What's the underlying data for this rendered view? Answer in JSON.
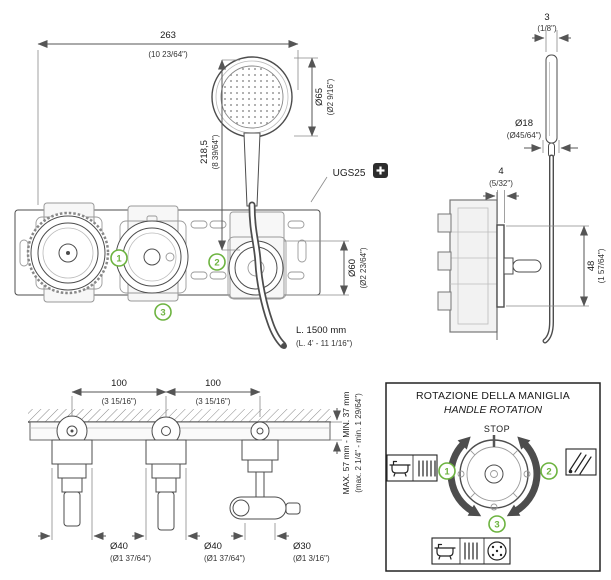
{
  "colors": {
    "green": "#6cb33f",
    "line": "#4d4d4d",
    "dim": "#555555",
    "plus_bg": "#2d2d2d"
  },
  "front_view": {
    "width_mm": "263",
    "width_in": "(10 23/64\")",
    "height_mm": "218,5",
    "height_in": "(8 39/64\")",
    "head_dia_mm": "Ø65",
    "head_dia_in": "(Ø2 9/16\")",
    "trim_dia_mm": "Ø60",
    "trim_dia_in": "(Ø2 23/64\")",
    "model_code": "UGS25",
    "hose_mm": "L. 1500 mm",
    "hose_in": "(L. 4' - 11 1/16\")",
    "callout_1": "1",
    "callout_2": "2",
    "callout_3": "3"
  },
  "side_view": {
    "head_thickness_mm": "3",
    "head_thickness_in": "(1/8\")",
    "holder_dia_mm": "Ø18",
    "holder_dia_in": "(Ø45/64\")",
    "plate_thickness_mm": "4",
    "plate_thickness_in": "(5/32\")",
    "handle_depth_mm": "48",
    "handle_depth_in": "(1 57/64\")"
  },
  "plan_view": {
    "spacing_left_mm": "100",
    "spacing_left_in": "(3 15/16\")",
    "spacing_right_mm": "100",
    "spacing_right_in": "(3 15/16\")",
    "depth_range_mm": "MAX. 57 mm - MIN. 37 mm",
    "depth_range_in": "(max. 2 1/4\" - min. 1 29/64\")",
    "valve1_dia_mm": "Ø40",
    "valve1_dia_in": "(Ø1 37/64\")",
    "valve2_dia_mm": "Ø40",
    "valve2_dia_in": "(Ø1 37/64\")",
    "outlet_dia_mm": "Ø30",
    "outlet_dia_in": "(Ø1 3/16\")"
  },
  "rotation_panel": {
    "title_it": "ROTAZIONE DELLA MANIGLIA",
    "title_en": "HANDLE ROTATION",
    "stop_label": "STOP",
    "callout_1": "1",
    "callout_2": "2",
    "callout_3": "3"
  }
}
